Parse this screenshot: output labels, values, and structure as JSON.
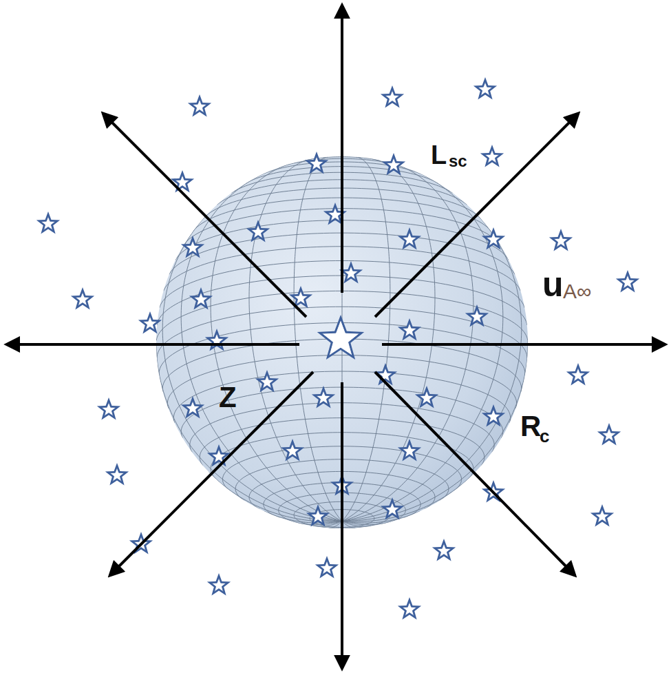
{
  "diagram": {
    "labels": [
      "L",
      "sc",
      "u",
      "A∞",
      "Z",
      "R",
      "c"
    ]
  }
}
